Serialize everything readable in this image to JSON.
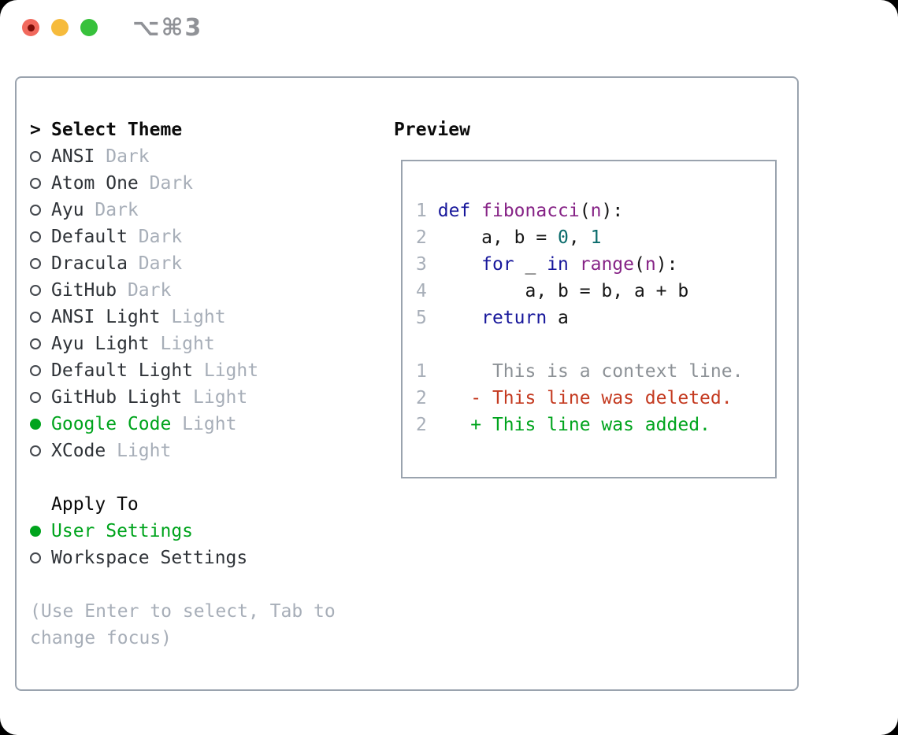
{
  "titlebar": {
    "shortcut_label": "⌥⌘3"
  },
  "theme_list": {
    "header_prefix": ">",
    "header": "Select Theme",
    "items": [
      {
        "label": "ANSI",
        "variant": "Dark",
        "selected": false
      },
      {
        "label": "Atom One",
        "variant": "Dark",
        "selected": false
      },
      {
        "label": "Ayu",
        "variant": "Dark",
        "selected": false
      },
      {
        "label": "Default",
        "variant": "Dark",
        "selected": false
      },
      {
        "label": "Dracula",
        "variant": "Dark",
        "selected": false
      },
      {
        "label": "GitHub",
        "variant": "Dark",
        "selected": false
      },
      {
        "label": "ANSI Light",
        "variant": "Light",
        "selected": false
      },
      {
        "label": "Ayu Light",
        "variant": "Light",
        "selected": false
      },
      {
        "label": "Default Light",
        "variant": "Light",
        "selected": false
      },
      {
        "label": "GitHub Light",
        "variant": "Light",
        "selected": false
      },
      {
        "label": "Google Code",
        "variant": "Light",
        "selected": true
      },
      {
        "label": "XCode",
        "variant": "Light",
        "selected": false
      }
    ]
  },
  "apply_to": {
    "header": "Apply To",
    "options": [
      {
        "label": "User Settings",
        "selected": true
      },
      {
        "label": "Workspace Settings",
        "selected": false
      }
    ]
  },
  "help_lines": [
    "(Use Enter to select, Tab to",
    "change focus)"
  ],
  "preview": {
    "header": "Preview",
    "code_lines": [
      {
        "num": "1",
        "tokens": [
          [
            "pln",
            " "
          ],
          [
            "kw",
            "def"
          ],
          [
            "pln",
            " "
          ],
          [
            "fn",
            "fibonacci"
          ],
          [
            "pln",
            "("
          ],
          [
            "fn",
            "n"
          ],
          [
            "pln",
            "):"
          ]
        ]
      },
      {
        "num": "2",
        "tokens": [
          [
            "pln",
            "     a, b = "
          ],
          [
            "lit",
            "0"
          ],
          [
            "pln",
            ", "
          ],
          [
            "lit",
            "1"
          ]
        ]
      },
      {
        "num": "3",
        "tokens": [
          [
            "pln",
            "     "
          ],
          [
            "kw",
            "for"
          ],
          [
            "pln",
            " _ "
          ],
          [
            "kw",
            "in"
          ],
          [
            "pln",
            " "
          ],
          [
            "fn",
            "range"
          ],
          [
            "pln",
            "("
          ],
          [
            "fn",
            "n"
          ],
          [
            "pln",
            "):"
          ]
        ]
      },
      {
        "num": "4",
        "tokens": [
          [
            "pln",
            "         a, b = b, a + b"
          ]
        ]
      },
      {
        "num": "5",
        "tokens": [
          [
            "pln",
            "     "
          ],
          [
            "kw",
            "return"
          ],
          [
            "pln",
            " a"
          ]
        ]
      },
      {
        "num": "",
        "tokens": []
      },
      {
        "num": "1",
        "tokens": [
          [
            "ctx",
            "      This is a context line."
          ]
        ]
      },
      {
        "num": "2",
        "tokens": [
          [
            "del",
            "    - This line was deleted."
          ]
        ]
      },
      {
        "num": "2",
        "tokens": [
          [
            "add",
            "    + This line was added."
          ]
        ]
      }
    ]
  },
  "colors": {
    "green": "#00a41d",
    "del": "#c43a20",
    "kw": "#17179b",
    "fn": "#862386",
    "lit": "#0b6c6c",
    "code": "#161616",
    "ctx": "#8c9196",
    "muted": "#a7aeb8",
    "text": "#2f3338",
    "border": "#9aa3ae",
    "tl-red": "#f1695d",
    "tl-yellow": "#f6bb3c",
    "tl-green": "#38c13c",
    "shortcut": "#909297"
  }
}
